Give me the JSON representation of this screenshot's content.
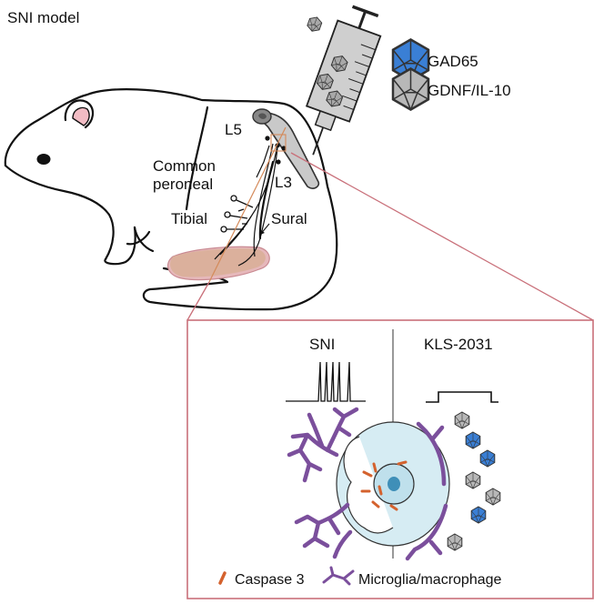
{
  "title": "SNI model",
  "legend_top": {
    "items": [
      {
        "label": "GAD65",
        "color": "#3a7fd5",
        "icon": "virus-blue-icon"
      },
      {
        "label": "GDNF/IL-10",
        "color": "#b8b8b8",
        "icon": "virus-gray-icon"
      }
    ]
  },
  "labels": {
    "l5": "L5",
    "l3": "L3",
    "common_peroneal_1": "Common",
    "common_peroneal_2": "peroneal",
    "tibial": "Tibial",
    "sural": "Sural"
  },
  "inset": {
    "left_title": "SNI",
    "right_title": "KLS-2031",
    "border_color": "#c9707a"
  },
  "legend_bottom": {
    "caspase": "Caspase 3",
    "microglia": "Microglia/macrophage",
    "caspase_color": "#d4622e",
    "microglia_color": "#7b4f9c"
  }
}
